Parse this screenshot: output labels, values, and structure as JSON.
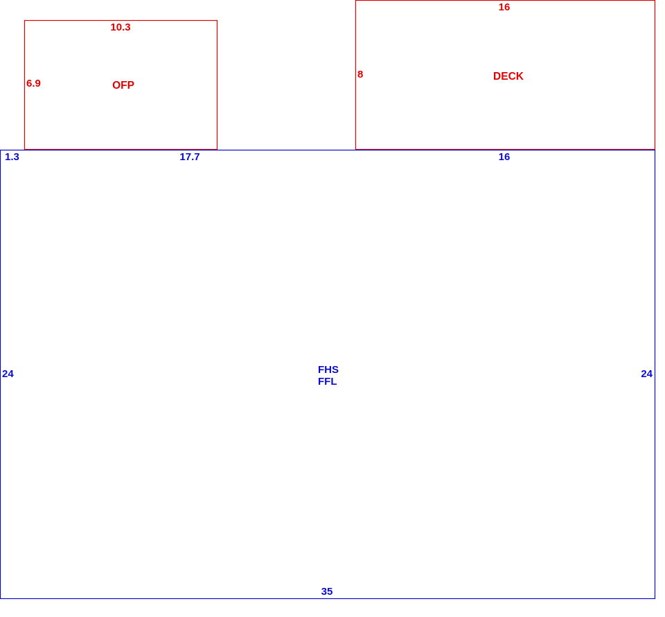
{
  "colors": {
    "upper_level": "#e30000",
    "main_level": "#0b0bd0",
    "background": "#ffffff"
  },
  "areas": {
    "ofp": {
      "name": "OFP",
      "top": "10.3",
      "left": "6.9"
    },
    "deck": {
      "name": "DECK",
      "top": "16",
      "left": "8"
    },
    "main": {
      "name_line1": "FHS",
      "name_line2": "FFL",
      "top_segment_1": "1.3",
      "top_segment_2": "17.7",
      "top_segment_3": "16",
      "left": "24",
      "right": "24",
      "bottom": "35"
    }
  }
}
